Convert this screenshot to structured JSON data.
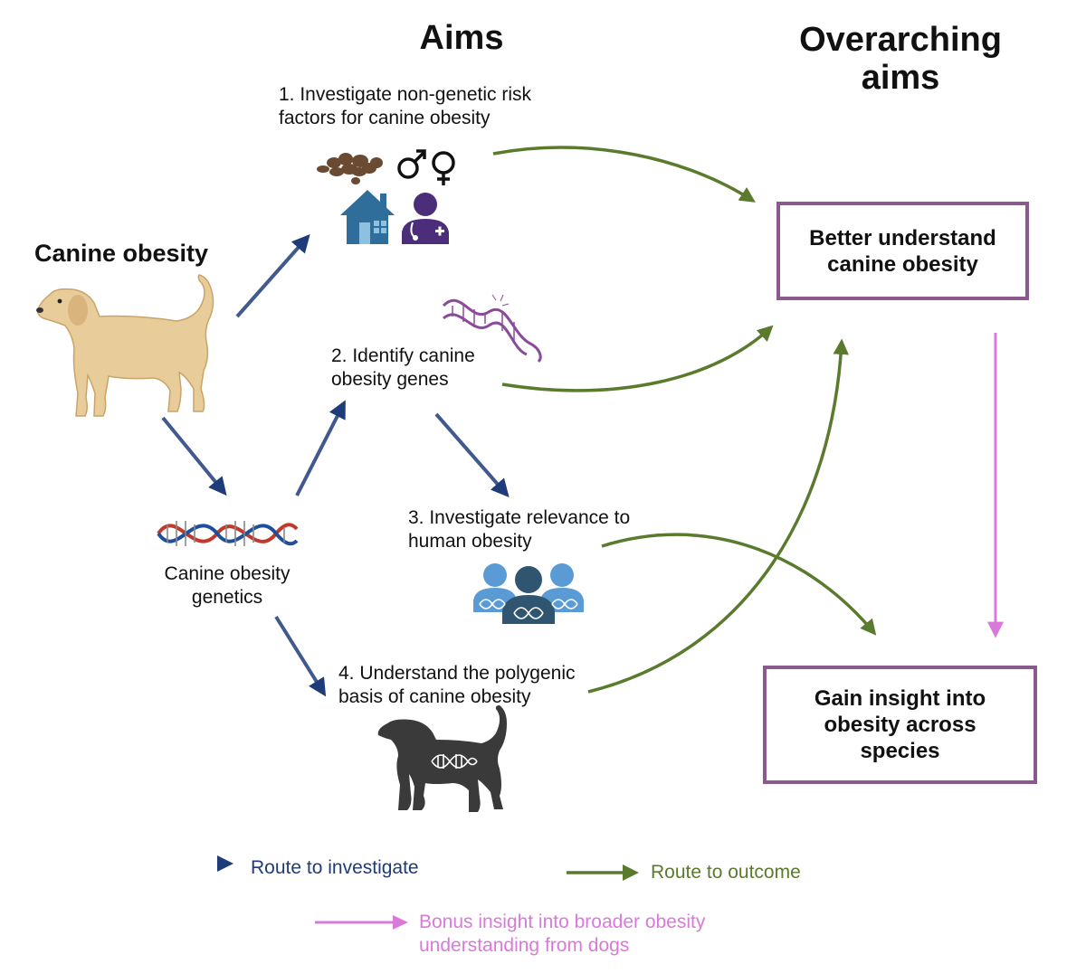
{
  "headings": {
    "aims": "Aims",
    "overarching": "Overarching aims"
  },
  "source": {
    "label": "Canine obesity",
    "genetics_label": "Canine obesity genetics"
  },
  "aims": [
    {
      "number": "1.",
      "text": "1. Investigate non-genetic risk factors for canine obesity"
    },
    {
      "number": "2.",
      "text": "2. Identify canine obesity genes"
    },
    {
      "number": "3.",
      "text": "3. Investigate relevance to human obesity"
    },
    {
      "number": "4.",
      "text": "4. Understand the polygenic basis of canine obesity"
    }
  ],
  "outcomes": {
    "box1": "Better understand canine obesity",
    "box2": "Gain insight into obesity across species"
  },
  "legend": {
    "investigate": "Route to investigate",
    "outcome": "Route to outcome",
    "bonus": "Bonus insight into broader obesity understanding from dogs"
  },
  "colors": {
    "investigate": "#1f3c7a",
    "outcome": "#5a7a2e",
    "bonus": "#d97ad9",
    "box_border": "#8a5a8e",
    "dog": "#e8cc9a",
    "house": "#2f6e9a",
    "vet": "#4b2d7a",
    "dna_red": "#c0392b",
    "dna_blue": "#1f4f9a"
  },
  "icons": [
    "kibble-icon",
    "male-female-icon",
    "house-icon",
    "vet-icon",
    "dna-purple-icon",
    "dna-icon",
    "people-dna-icon",
    "dog-tan-icon",
    "dog-dark-dna-icon"
  ]
}
